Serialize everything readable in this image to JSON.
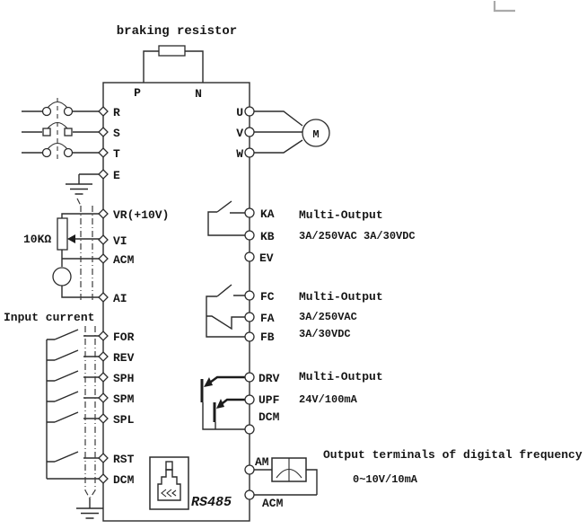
{
  "title": "braking resistor",
  "terminals": {
    "top": [
      "P",
      "N"
    ],
    "left": [
      "R",
      "S",
      "T",
      "E",
      "VR(+10V)",
      "VI",
      "ACM",
      "AI",
      "FOR",
      "REV",
      "SPH",
      "SPM",
      "SPL",
      "RST",
      "DCM"
    ],
    "right": [
      "U",
      "V",
      "W",
      "KA",
      "KB",
      "EV",
      "FC",
      "FA",
      "FB",
      "DRV",
      "UPF",
      "DCM",
      "AM",
      "ACM"
    ]
  },
  "labels": {
    "input_current": "Input current",
    "potentiometer": "10KΩ",
    "motor": "M",
    "rs485": "RS485"
  },
  "annotations": {
    "relay1_title": "Multi-Output",
    "relay1_spec": "3A/250VAC 3A/30VDC",
    "relay2_title": "Multi-Output",
    "relay2_spec1": "3A/250VAC",
    "relay2_spec2": "3A/30VDC",
    "transistor_title": "Multi-Output",
    "transistor_spec": "24V/100mA",
    "freq_title": "Output terminals of digital frequency",
    "freq_spec": "0~10V/10mA"
  },
  "colors": {
    "line": "#2b2b2b",
    "text": "#161616",
    "background": "#ffffff",
    "artifact": "#aaaaaa"
  }
}
